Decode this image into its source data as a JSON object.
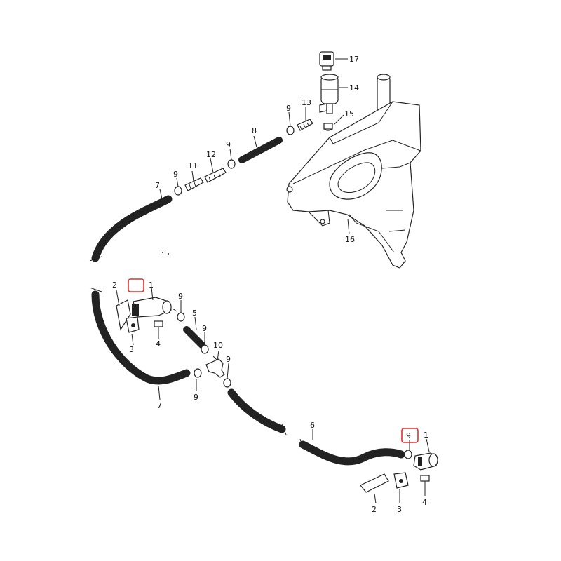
{
  "diagram": {
    "labels": [
      "17",
      "14",
      "13",
      "15",
      "9",
      "8",
      "12",
      "11",
      "9",
      "9",
      "7",
      "16",
      "2",
      "1",
      "9",
      "5",
      "3",
      "4",
      "9",
      "10",
      "9",
      "9",
      "7",
      "6",
      "9",
      "1",
      "2",
      "3",
      "4"
    ]
  },
  "colors": {
    "line": "#222222",
    "highlight": "#e0302a",
    "background": "#ffffff"
  }
}
